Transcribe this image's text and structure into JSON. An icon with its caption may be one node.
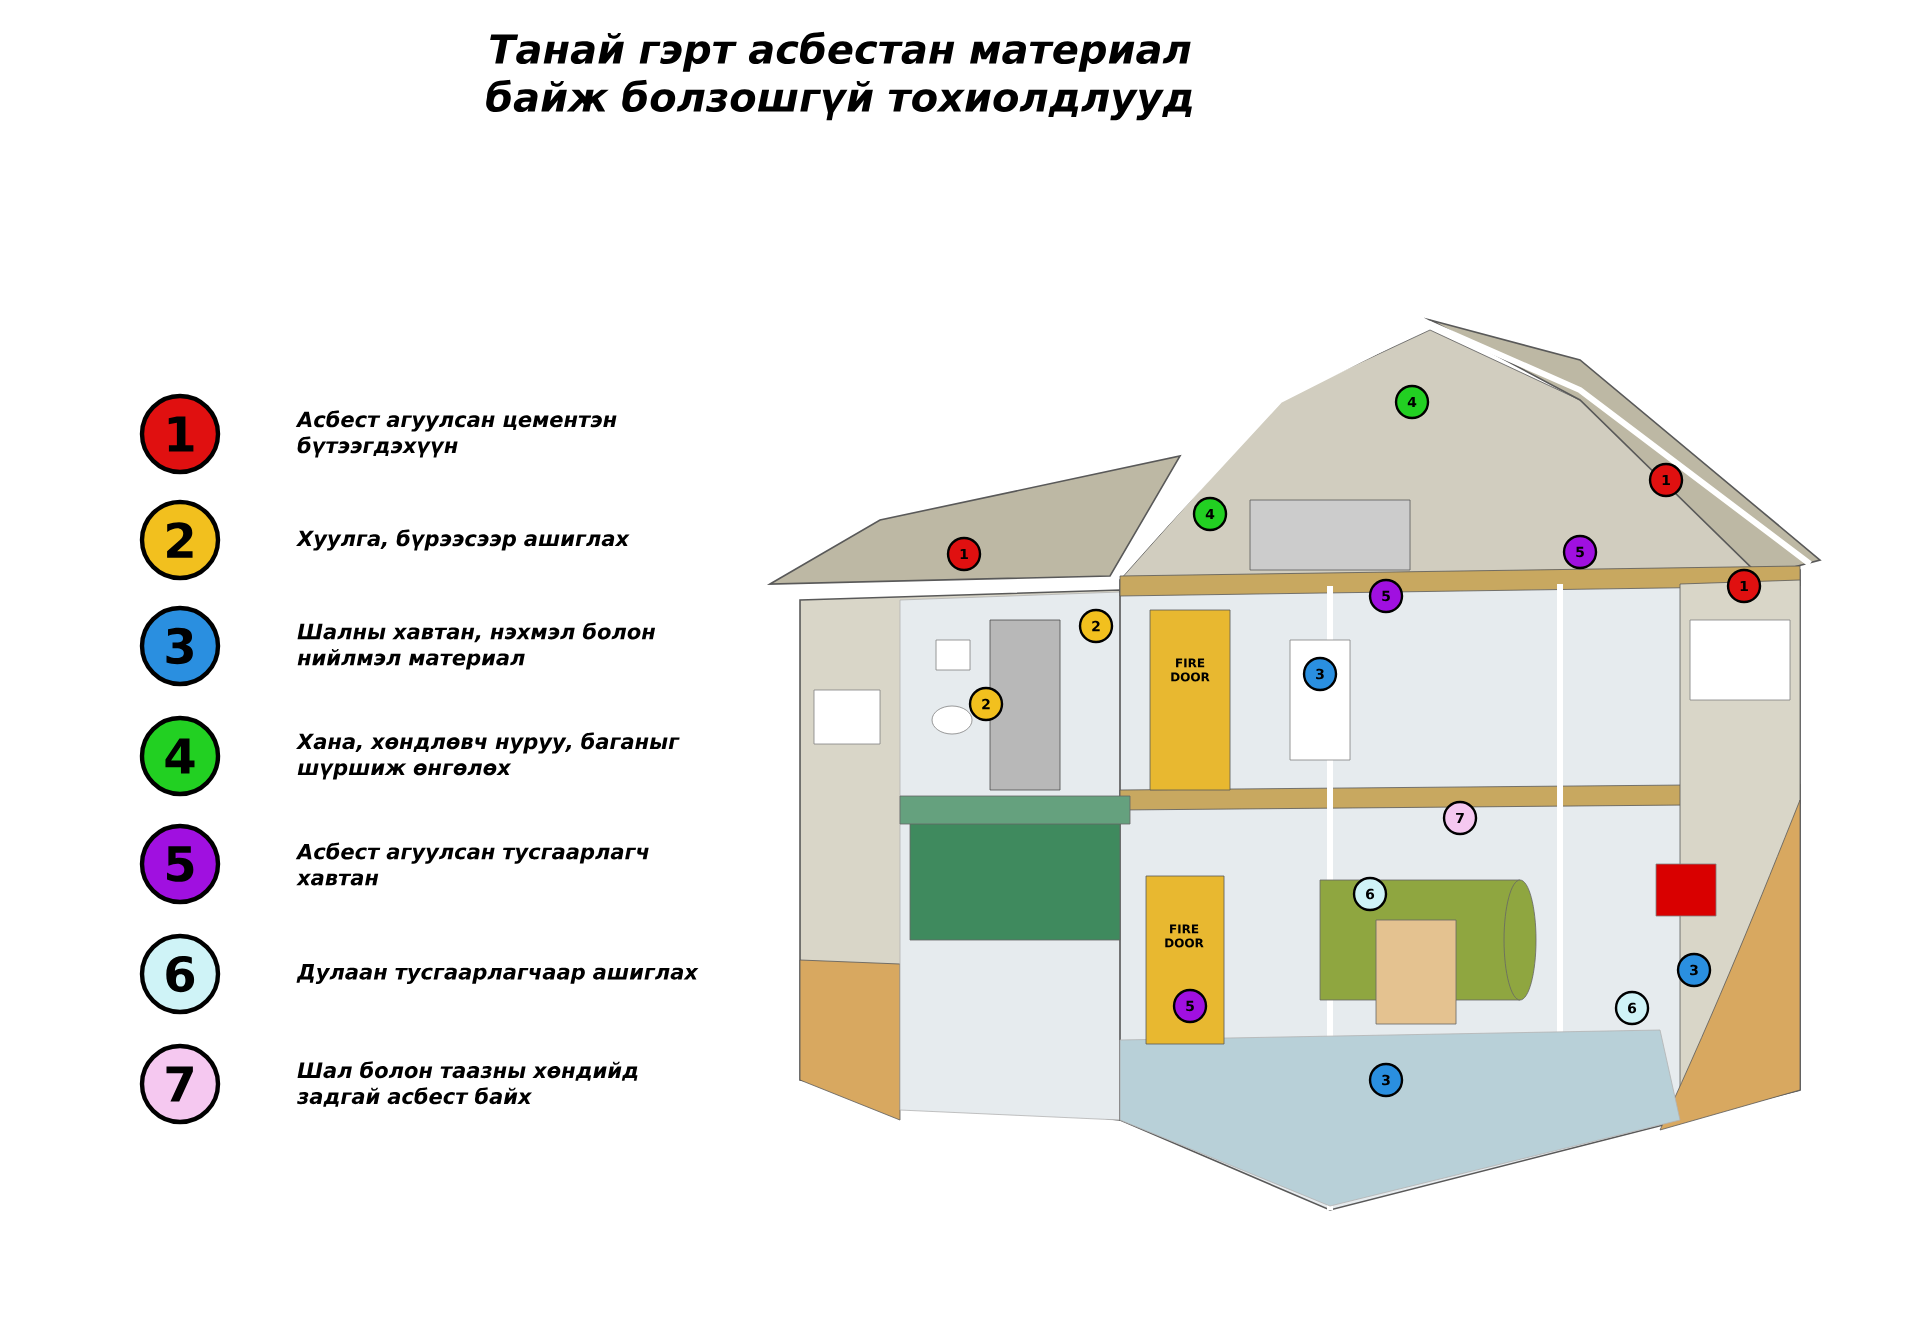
{
  "diagram": {
    "title": "Танай гэрт асбестан материал байж болзошгүй тохиолдлууд",
    "nodes": [
      {
        "text": [
          "1"
        ],
        "beside": [
          "Асбест агуулсан цементэн бүтээгдэхүүн"
        ]
      },
      {
        "text": [
          "2"
        ],
        "beside": [
          "Хуулга, бүрээсээр ашиглах"
        ]
      },
      {
        "text": [
          "3"
        ],
        "beside": [
          "Шалны хавтан, нэхмэл болон нийлмэл материал"
        ]
      },
      {
        "text": [
          "4"
        ],
        "beside": [
          "Хана, хөндлөвч нуруу, баганыг шүршиж өнгөлөх"
        ]
      },
      {
        "text": [
          "5"
        ],
        "beside": [
          "Асбест агуулсан тусгаарлагч хавтан"
        ]
      },
      {
        "text": [
          "6"
        ],
        "beside": [
          "Дулаан тусгаарлагчаар ашиглах"
        ]
      },
      {
        "text": [
          "7"
        ],
        "beside": [
          "Шал болон таазны хөндийд задгай асбест  байх"
        ]
      },
      {
        "text": [
          "4"
        ]
      },
      {
        "text": [
          "1"
        ]
      },
      {
        "text": [
          "4"
        ]
      },
      {
        "text": [
          "1"
        ]
      },
      {
        "text": [
          "5"
        ]
      },
      {
        "text": [
          "1"
        ]
      },
      {
        "text": [
          "5"
        ]
      },
      {
        "text": [
          "2"
        ]
      },
      {
        "text": [
          "3"
        ]
      },
      {
        "text": [
          "2"
        ]
      },
      {
        "text": [
          "7"
        ]
      },
      {
        "text": [
          "6"
        ]
      },
      {
        "text": [
          "3"
        ]
      },
      {
        "text": [
          "6"
        ]
      },
      {
        "text": [
          "5"
        ]
      },
      {
        "text": [
          "3"
        ]
      }
    ],
    "labels": [
      "FIRE DOOR",
      "FIRE DOOR"
    ]
  }
}
